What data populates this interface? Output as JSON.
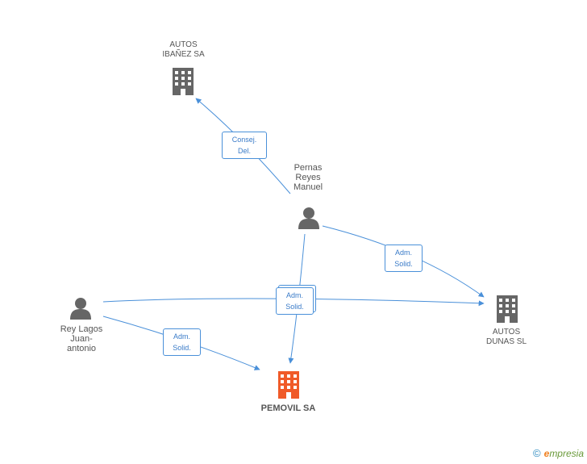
{
  "nodes": {
    "autos_ibanez": {
      "label": "AUTOS\nIBAÑEZ SA",
      "kind": "company",
      "icon": "building-icon",
      "color": "#666666"
    },
    "pernas": {
      "label": "Pernas\nReyes\nManuel",
      "kind": "person",
      "icon": "person-icon",
      "color": "#666666"
    },
    "autos_dunas": {
      "label": "AUTOS\nDUNAS SL",
      "kind": "company",
      "icon": "building-icon",
      "color": "#666666"
    },
    "rey_lagos": {
      "label": "Rey Lagos\nJuan-\nantonio",
      "kind": "person",
      "icon": "person-icon",
      "color": "#666666"
    },
    "pemovil": {
      "label": "PEMOVIL SA",
      "kind": "company",
      "icon": "building-icon",
      "color": "#f05a28"
    }
  },
  "edges": {
    "consej": "Consej.\nDel.",
    "adm_dunas": "Adm.\nSolid.",
    "adm_center": "Adm.\nSolid.",
    "adm_rey": "Adm.\nSolid."
  },
  "colors": {
    "edge": "#4a90d9",
    "edge_text": "#3a7bc8",
    "node_text": "#555555"
  },
  "brand": {
    "copyright": "©",
    "initial": "e",
    "name": "mpresia"
  }
}
